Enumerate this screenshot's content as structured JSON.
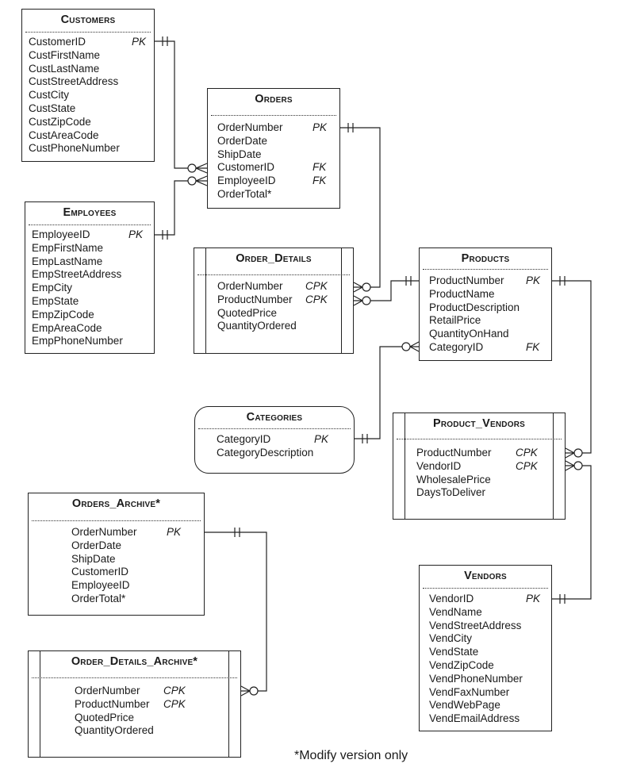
{
  "entities": {
    "customers": {
      "title": "Customers",
      "fields": [
        {
          "name": "CustomerID",
          "key": "PK"
        },
        {
          "name": "CustFirstName",
          "key": ""
        },
        {
          "name": "CustLastName",
          "key": ""
        },
        {
          "name": "CustStreetAddress",
          "key": ""
        },
        {
          "name": "CustCity",
          "key": ""
        },
        {
          "name": "CustState",
          "key": ""
        },
        {
          "name": "CustZipCode",
          "key": ""
        },
        {
          "name": "CustAreaCode",
          "key": ""
        },
        {
          "name": "CustPhoneNumber",
          "key": ""
        }
      ]
    },
    "orders": {
      "title": "Orders",
      "fields": [
        {
          "name": "OrderNumber",
          "key": "PK"
        },
        {
          "name": "OrderDate",
          "key": ""
        },
        {
          "name": "ShipDate",
          "key": ""
        },
        {
          "name": "CustomerID",
          "key": "FK"
        },
        {
          "name": "EmployeeID",
          "key": "FK"
        },
        {
          "name": "OrderTotal*",
          "key": ""
        }
      ]
    },
    "employees": {
      "title": "Employees",
      "fields": [
        {
          "name": "EmployeeID",
          "key": "PK"
        },
        {
          "name": "EmpFirstName",
          "key": ""
        },
        {
          "name": "EmpLastName",
          "key": ""
        },
        {
          "name": "EmpStreetAddress",
          "key": ""
        },
        {
          "name": "EmpCity",
          "key": ""
        },
        {
          "name": "EmpState",
          "key": ""
        },
        {
          "name": "EmpZipCode",
          "key": ""
        },
        {
          "name": "EmpAreaCode",
          "key": ""
        },
        {
          "name": "EmpPhoneNumber",
          "key": ""
        }
      ]
    },
    "order_details": {
      "title": "Order_Details",
      "fields": [
        {
          "name": "OrderNumber",
          "key": "CPK"
        },
        {
          "name": "ProductNumber",
          "key": "CPK"
        },
        {
          "name": "QuotedPrice",
          "key": ""
        },
        {
          "name": "QuantityOrdered",
          "key": ""
        }
      ]
    },
    "products": {
      "title": "Products",
      "fields": [
        {
          "name": "ProductNumber",
          "key": "PK"
        },
        {
          "name": "ProductName",
          "key": ""
        },
        {
          "name": "ProductDescription",
          "key": ""
        },
        {
          "name": "RetailPrice",
          "key": ""
        },
        {
          "name": "QuantityOnHand",
          "key": ""
        },
        {
          "name": "CategoryID",
          "key": "FK"
        }
      ]
    },
    "categories": {
      "title": "Categories",
      "fields": [
        {
          "name": "CategoryID",
          "key": "PK"
        },
        {
          "name": "CategoryDescription",
          "key": ""
        }
      ]
    },
    "product_vendors": {
      "title": "Product_Vendors",
      "fields": [
        {
          "name": "ProductNumber",
          "key": "CPK"
        },
        {
          "name": "VendorID",
          "key": "CPK"
        },
        {
          "name": "WholesalePrice",
          "key": ""
        },
        {
          "name": "DaysToDeliver",
          "key": ""
        }
      ]
    },
    "orders_archive": {
      "title": "Orders_Archive*",
      "fields": [
        {
          "name": "OrderNumber",
          "key": "PK"
        },
        {
          "name": "OrderDate",
          "key": ""
        },
        {
          "name": "ShipDate",
          "key": ""
        },
        {
          "name": "CustomerID",
          "key": ""
        },
        {
          "name": "EmployeeID",
          "key": ""
        },
        {
          "name": "OrderTotal*",
          "key": ""
        }
      ]
    },
    "vendors": {
      "title": "Vendors",
      "fields": [
        {
          "name": "VendorID",
          "key": "PK"
        },
        {
          "name": "VendName",
          "key": ""
        },
        {
          "name": "VendStreetAddress",
          "key": ""
        },
        {
          "name": "VendCity",
          "key": ""
        },
        {
          "name": "VendState",
          "key": ""
        },
        {
          "name": "VendZipCode",
          "key": ""
        },
        {
          "name": "VendPhoneNumber",
          "key": ""
        },
        {
          "name": "VendFaxNumber",
          "key": ""
        },
        {
          "name": "VendWebPage",
          "key": ""
        },
        {
          "name": "VendEmailAddress",
          "key": ""
        }
      ]
    },
    "order_details_archive": {
      "title": "Order_Details_Archive*",
      "fields": [
        {
          "name": "OrderNumber",
          "key": "CPK"
        },
        {
          "name": "ProductNumber",
          "key": "CPK"
        },
        {
          "name": "QuotedPrice",
          "key": ""
        },
        {
          "name": "QuantityOrdered",
          "key": ""
        }
      ]
    }
  },
  "footnote": "*Modify version only"
}
